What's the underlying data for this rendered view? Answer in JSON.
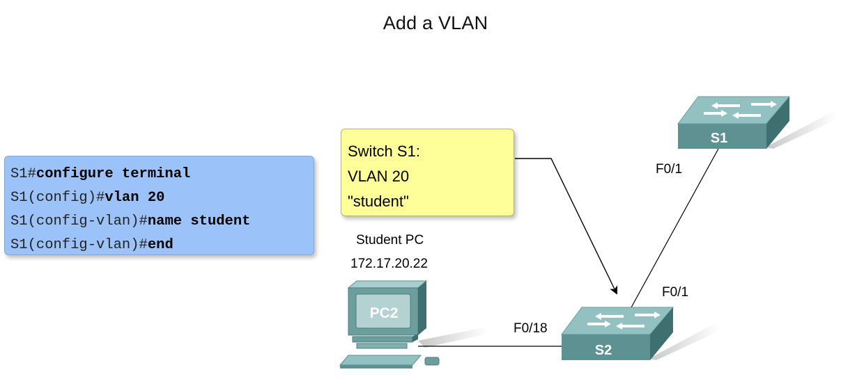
{
  "title": "Add a VLAN",
  "cli": {
    "lines": [
      {
        "prompt": "S1#",
        "command": "configure terminal"
      },
      {
        "prompt": "S1(config)#",
        "command": "vlan 20"
      },
      {
        "prompt": "S1(config-vlan)#",
        "command": "name student"
      },
      {
        "prompt": "S1(config-vlan)#",
        "command": "end"
      }
    ]
  },
  "note": {
    "lines": [
      "Switch S1:",
      "VLAN 20",
      "\"student\""
    ]
  },
  "devices": {
    "pc": {
      "label": "PC2",
      "caption": "Student PC",
      "ip": "172.17.20.22"
    },
    "switch1": {
      "label": "S1"
    },
    "switch2": {
      "label": "S2"
    }
  },
  "ports": {
    "s1_uplink": "F0/1",
    "s2_uplink": "F0/1",
    "s2_pc": "F0/18"
  },
  "colors": {
    "cli_bg": "#9cc3f9",
    "note_bg": "#ffff99",
    "switch_top": "#8fbcbc",
    "switch_front": "#5e9292",
    "switch_side": "#3f6f6f"
  }
}
